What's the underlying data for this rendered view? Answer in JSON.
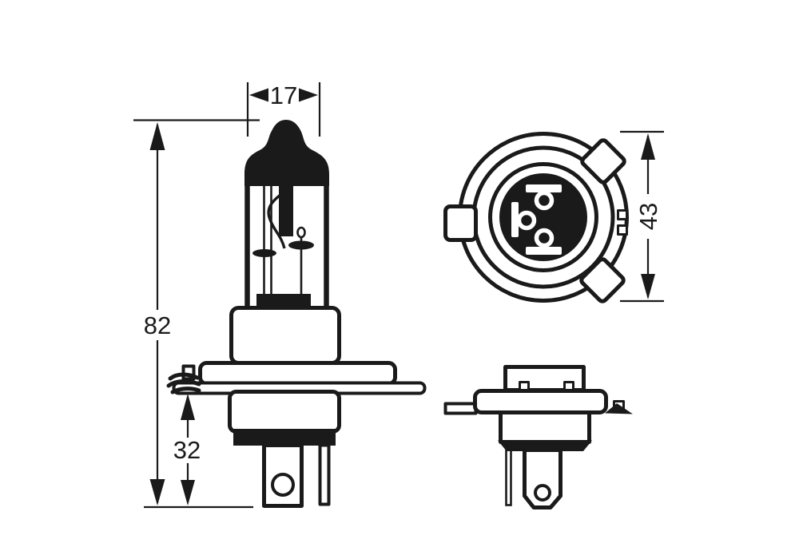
{
  "drawing": {
    "dims": {
      "glass_diameter": "17",
      "overall_length": "82",
      "base_length": "32",
      "flange_diameter": "43"
    }
  },
  "colors": {
    "ink": "#1a1a1a",
    "background": "#ffffff"
  }
}
